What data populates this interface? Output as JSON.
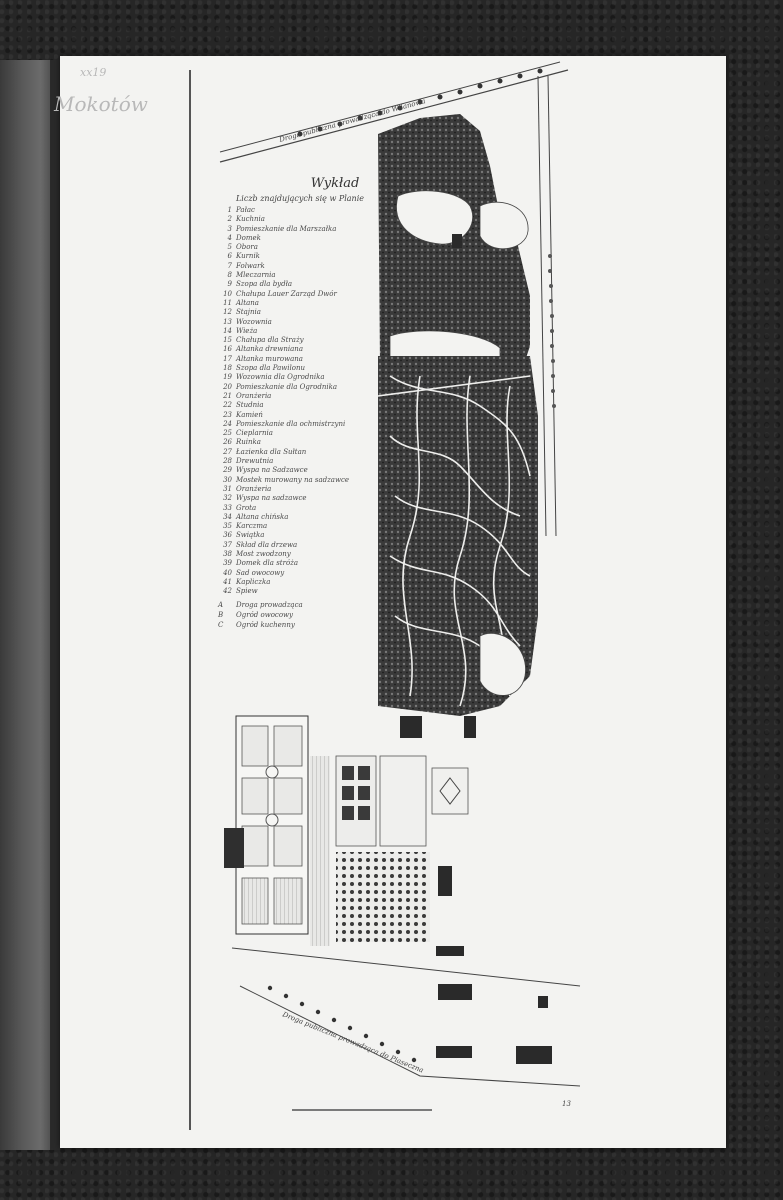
{
  "pencil": {
    "top": "xx19",
    "margin": "Mokotów"
  },
  "plan": {
    "title": "Wykład",
    "subtitle": "Liczb znajdujących się w Planie",
    "legend_items": [
      {
        "n": "1",
        "label": "Pałac"
      },
      {
        "n": "2",
        "label": "Kuchnia"
      },
      {
        "n": "3",
        "label": "Pomieszkanie dla Marszałka"
      },
      {
        "n": "4",
        "label": "Domek"
      },
      {
        "n": "5",
        "label": "Obora"
      },
      {
        "n": "6",
        "label": "Kurnik"
      },
      {
        "n": "7",
        "label": "Folwark"
      },
      {
        "n": "8",
        "label": "Mleczarnia"
      },
      {
        "n": "9",
        "label": "Szopa dla bydła"
      },
      {
        "n": "10",
        "label": "Chałupa Lauer Zarząd Dwór"
      },
      {
        "n": "11",
        "label": "Altana"
      },
      {
        "n": "12",
        "label": "Stajnia"
      },
      {
        "n": "13",
        "label": "Wozownia"
      },
      {
        "n": "14",
        "label": "Wieża"
      },
      {
        "n": "15",
        "label": "Chałupa dla Straży"
      },
      {
        "n": "16",
        "label": "Altanka drewniana"
      },
      {
        "n": "17",
        "label": "Altanka murowana"
      },
      {
        "n": "18",
        "label": "Szopa dla Pawilonu"
      },
      {
        "n": "19",
        "label": "Wozownia dla Ogrodnika"
      },
      {
        "n": "20",
        "label": "Pomieszkanie dla Ogrodnika"
      },
      {
        "n": "21",
        "label": "Oranżeria"
      },
      {
        "n": "22",
        "label": "Studnia"
      },
      {
        "n": "23",
        "label": "Kamień"
      },
      {
        "n": "24",
        "label": "Pomieszkanie dla ochmistrzyni"
      },
      {
        "n": "25",
        "label": "Cieplarnia"
      },
      {
        "n": "26",
        "label": "Ruinka"
      },
      {
        "n": "27",
        "label": "Łazienka dla Sułtan"
      },
      {
        "n": "28",
        "label": "Drewutnia"
      },
      {
        "n": "29",
        "label": "Wyspa na Sadzawce"
      },
      {
        "n": "30",
        "label": "Mostek murowany na sadzawce"
      },
      {
        "n": "31",
        "label": "Oranżeria"
      },
      {
        "n": "32",
        "label": "Wyspa na sadzawce"
      },
      {
        "n": "33",
        "label": "Grota"
      },
      {
        "n": "34",
        "label": "Altana chińska"
      },
      {
        "n": "35",
        "label": "Karczma"
      },
      {
        "n": "36",
        "label": "Świątka"
      },
      {
        "n": "37",
        "label": "Skład dla drzewa"
      },
      {
        "n": "38",
        "label": "Most zwodzony"
      },
      {
        "n": "39",
        "label": "Domek dla stróża"
      },
      {
        "n": "40",
        "label": "Sad owocowy"
      },
      {
        "n": "41",
        "label": "Kapliczka"
      },
      {
        "n": "42",
        "label": "Śpiew"
      }
    ],
    "letter_items": [
      {
        "n": "A",
        "label": "Droga prowadząca"
      },
      {
        "n": "B",
        "label": "Ogród owocowy"
      },
      {
        "n": "C",
        "label": "Ogród kuchenny"
      }
    ],
    "road_top": "Droga publiczna prowadząca do Wilanowa",
    "road_bottom": "Droga publiczna prowadząca do Piaseczna",
    "plate_number": "13"
  },
  "colors": {
    "ink": "#2e2e2e",
    "paper": "#f3f3f1",
    "leather": "#262626"
  }
}
